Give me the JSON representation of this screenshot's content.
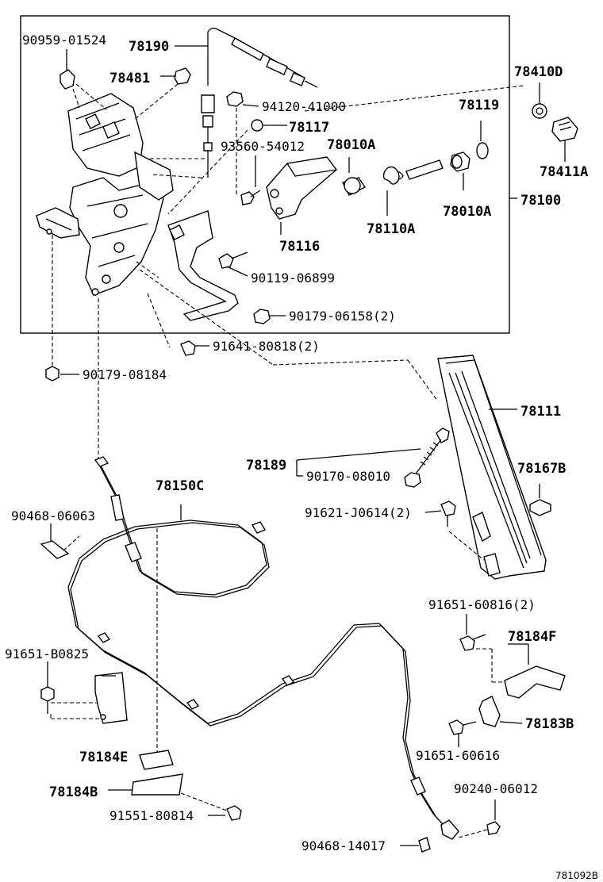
{
  "labels": {
    "p90959": "90959-01524",
    "p78190": "78190",
    "p78481": "78481",
    "p94120": "94120-41000",
    "p78117": "78117",
    "p93560": "93560-54012",
    "p78010a_top": "78010A",
    "p78119": "78119",
    "p78410d": "78410D",
    "p78411a": "78411A",
    "p78010a_bot": "78010A",
    "p78100": "78100",
    "p78116": "78116",
    "p78110a": "78110A",
    "p90119": "90119-06899",
    "p90179_06158": "90179-06158(2)",
    "p91641": "91641-80818(2)",
    "p90179_08184": "90179-08184",
    "p78111": "78111",
    "p78189": "78189",
    "p90170": "90170-08010",
    "p78167b": "78167B",
    "p78150c": "78150C",
    "p90468_06063": "90468-06063",
    "p91621": "91621-J0614(2)",
    "p91651_60816": "91651-60816(2)",
    "p78184f": "78184F",
    "p91651_b0825": "91651-B0825",
    "p78183b": "78183B",
    "p91651_60616": "91651-60616",
    "p78184e": "78184E",
    "p90240": "90240-06012",
    "p78184b": "78184B",
    "p91551": "91551-80814",
    "p90468_14017": "90468-14017",
    "diagram_code": "781092B"
  }
}
